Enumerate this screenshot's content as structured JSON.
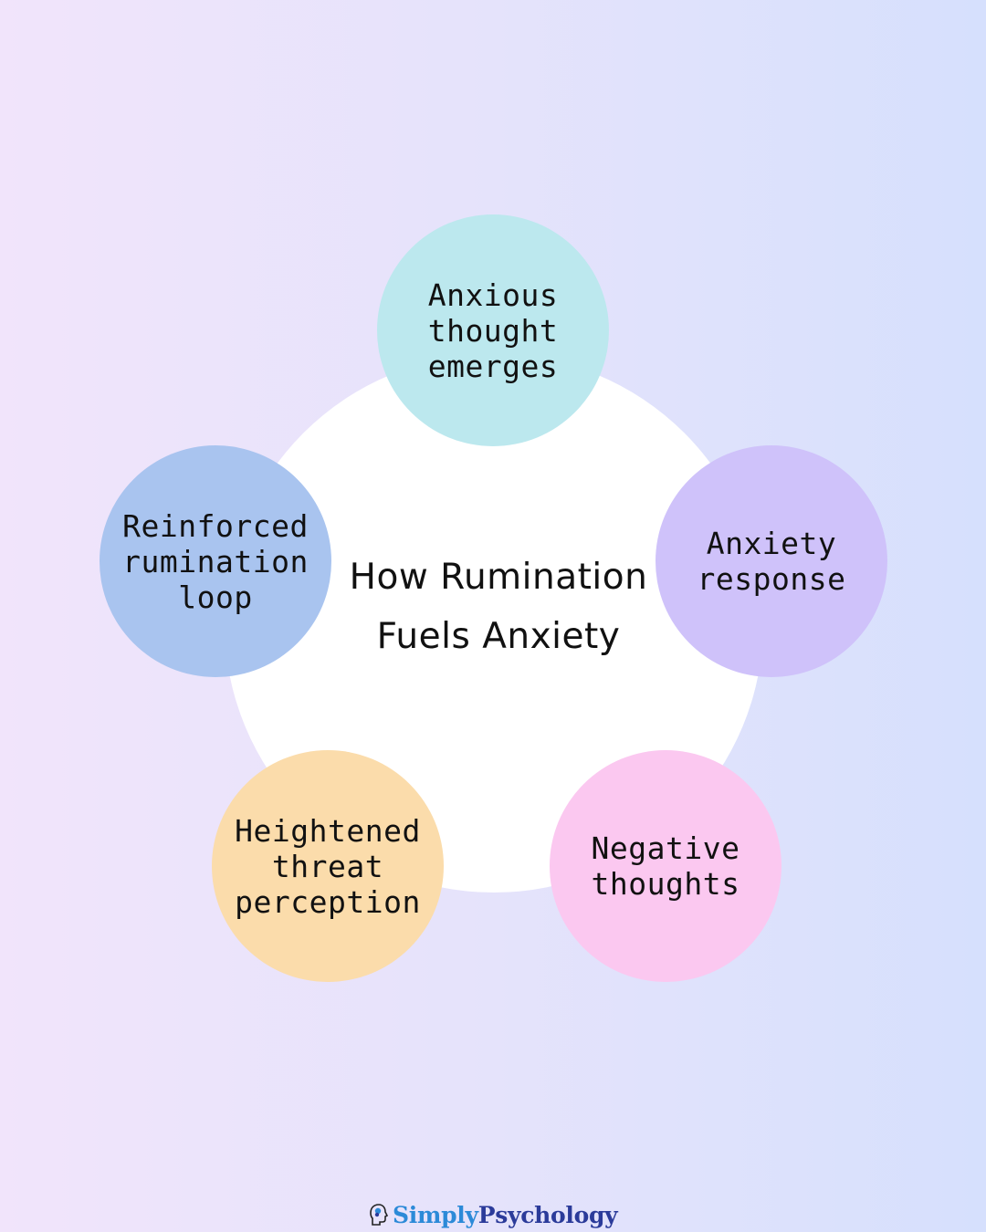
{
  "diagram": {
    "title": "How Rumination\nFuels Anxiety",
    "nodes": [
      {
        "id": "top",
        "label": "Anxious\nthought\nemerges",
        "color": "#bce8ee"
      },
      {
        "id": "right",
        "label": "Anxiety\nresponse",
        "color": "#cfc2fa"
      },
      {
        "id": "bottom-right",
        "label": "Negative\nthoughts",
        "color": "#fbc8f0"
      },
      {
        "id": "bottom-left",
        "label": "Heightened\nthreat\nperception",
        "color": "#fbdcab"
      },
      {
        "id": "left",
        "label": "Reinforced\nrumination\nloop",
        "color": "#a9c4ef"
      }
    ],
    "dot_color": "#5a4a63",
    "center_color": "#ffffff"
  },
  "branding": {
    "logo_icon": "head-brain-icon",
    "logo_part1": "Simply",
    "logo_part2": "Psychology",
    "logo_part1_color": "#2c8ad8",
    "logo_part2_color": "#2b3b9a"
  }
}
